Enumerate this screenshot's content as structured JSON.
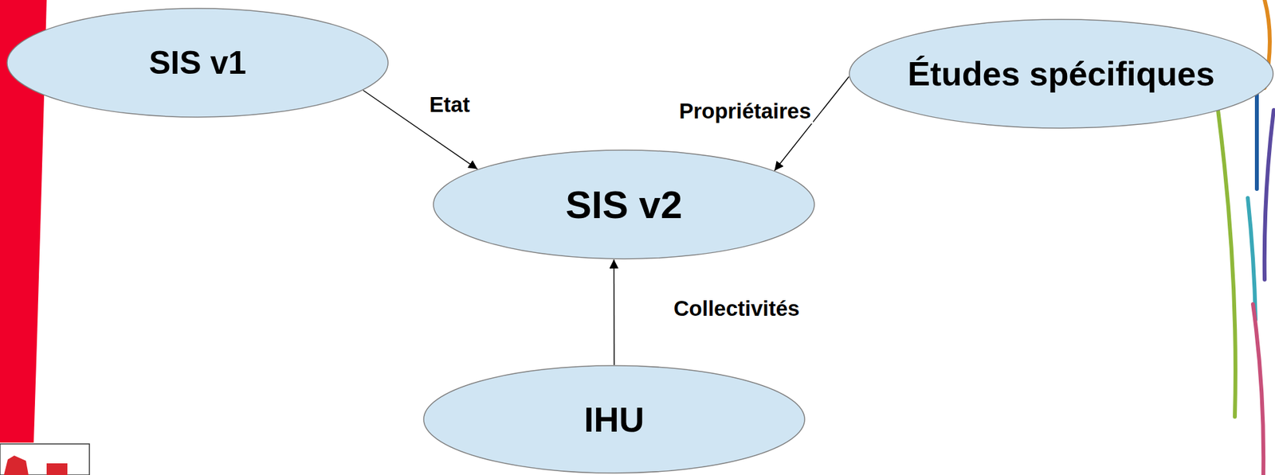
{
  "diagram": {
    "nodes": [
      {
        "text": [
          "SIS v1"
        ]
      },
      {
        "text": [
          "Études spécifiques"
        ]
      },
      {
        "text": [
          "SIS v2"
        ]
      },
      {
        "text": [
          "IHU"
        ]
      }
    ],
    "edges": [
      {
        "from": 0,
        "to": 2,
        "label": "Etat",
        "arrow": "to"
      },
      {
        "from": 1,
        "to": 2,
        "label": "Propriétaires",
        "arrow": "to"
      },
      {
        "from": 3,
        "to": 2,
        "label": "Collectivités",
        "arrow": "to"
      }
    ]
  }
}
